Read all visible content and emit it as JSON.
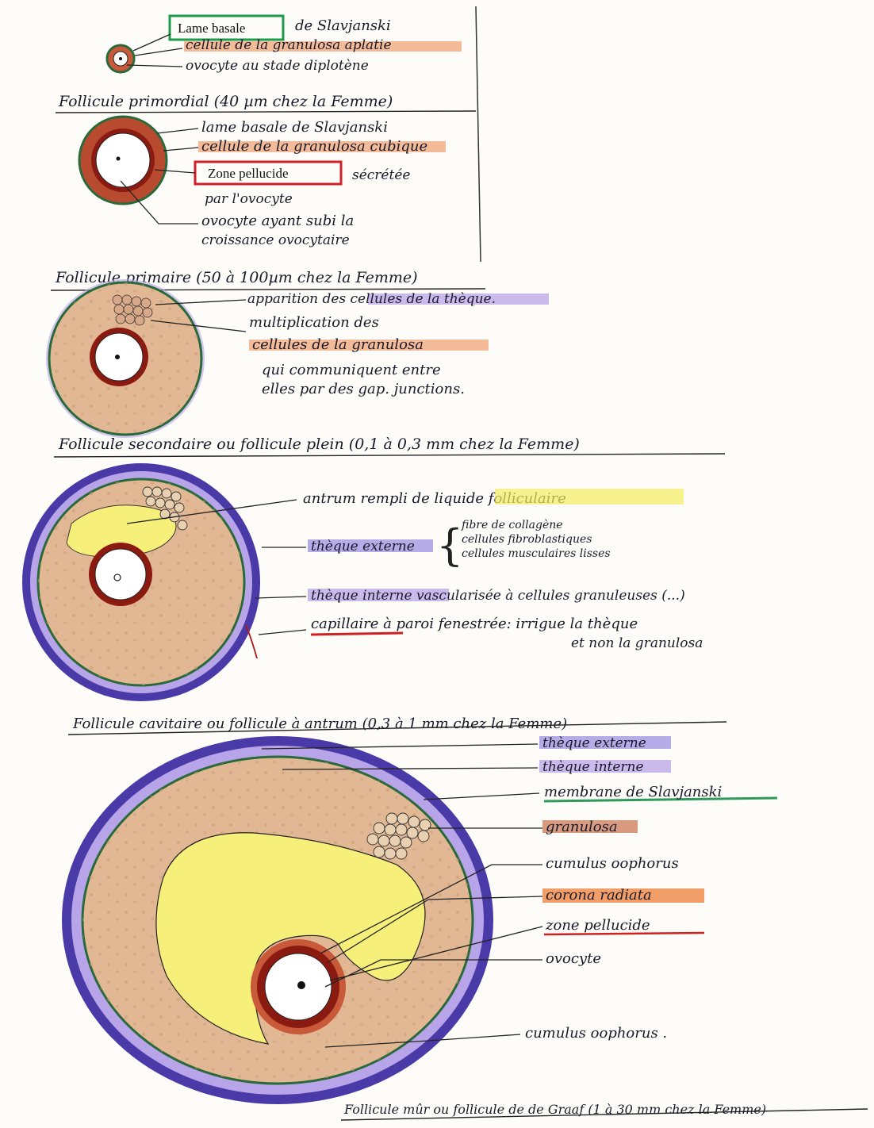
{
  "stage1": {
    "boxed_label": "Lame basale",
    "box_suffix": "de Slavjanski",
    "label_granulosa": "cellule de la granulosa aplatie",
    "label_ovocyte": "ovocyte au stade diplotène",
    "title": "Follicule primordial (40 µm chez la Femme)"
  },
  "stage2": {
    "label_lame": "lame basale de Slavjanski",
    "label_granulosa": "cellule de la granulosa cubique",
    "boxed_label": "Zone pellucide",
    "box_suffix": "sécrétée",
    "box_suffix2": "par l'ovocyte",
    "label_ovocyte1": "ovocyte ayant subi la",
    "label_ovocyte2": "croissance ovocytaire",
    "title": "Follicule primaire (50 à 100µm chez la Femme)"
  },
  "stage3": {
    "label_theque": "apparition des cellules de la thèque.",
    "label_mult1": "multiplication des",
    "label_mult2": "cellules de la granulosa",
    "label_mult3": "qui communiquent entre",
    "label_mult4": "elles par des gap. junctions.",
    "title": "Follicule secondaire ou follicule plein (0,1 à 0,3 mm chez la Femme)"
  },
  "stage4": {
    "label_antrum": "antrum rempli de liquide folliculaire",
    "label_theque_ext": "thèque externe",
    "brace_items": [
      "fibre de collagène",
      "cellules fibroblastiques",
      "cellules musculaires lisses"
    ],
    "label_theque_int": "thèque interne vascularisée à cellules granuleuses (...)",
    "label_capillaire1": "capillaire à paroi fenestrée: irrigue la thèque",
    "label_capillaire2": "et non la granulosa",
    "title": "Follicule cavitaire ou follicule à antrum (0,3 à 1 mm chez la Femme)"
  },
  "stage5": {
    "labels": [
      "thèque externe",
      "thèque interne",
      "membrane de Slavjanski",
      "granulosa",
      "cumulus oophorus",
      "corona radiata",
      "zone pellucide",
      "ovocyte",
      "cumulus oophorus ."
    ],
    "title": "Follicule mûr ou follicule de de Graaf (1 à 30 mm chez la Femme)"
  },
  "colors": {
    "ink": "#1a1a2a",
    "granulosa_fill": "#e2b894",
    "zona_red": "#8b1a10",
    "theca_purple": "#6f4fc0",
    "membrane_green": "#2a6a3a",
    "antrum_yellow": "#f6f07a",
    "highlight_orange": "#f0a070",
    "highlight_purple": "#b8a4e8",
    "highlight_yellow": "#f4ee60",
    "highlight_green": "#2e9a5a",
    "highlight_red": "#d02020",
    "box_green": "#1f9a4a",
    "box_red": "#d0202a"
  }
}
